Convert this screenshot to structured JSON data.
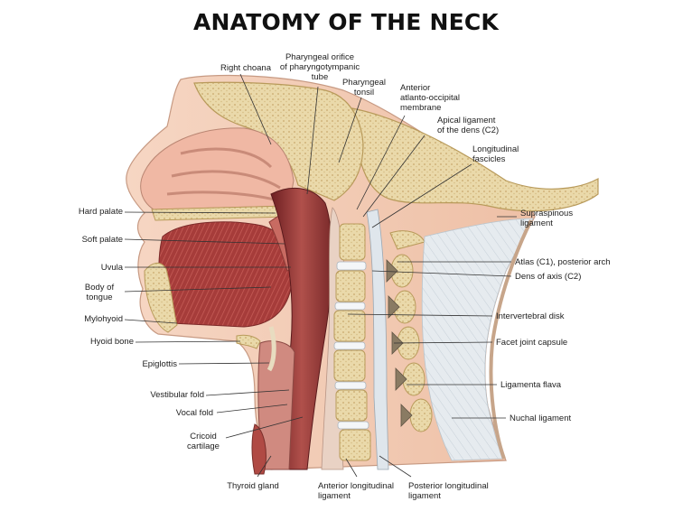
{
  "title": "ANATOMY OF THE NECK",
  "colors": {
    "bone": "#e8d7a8",
    "bone_outline": "#b89a5a",
    "skin": "#f3cdb8",
    "muscle": "#a83a3a",
    "mucosa": "#c97a70",
    "ligament": "#dfe6ec",
    "leader_line": "#333333"
  },
  "labels": {
    "right_choana": "Right choana",
    "pharyngeal_orifice": [
      "Pharyngeal orifice",
      "of pharyngotympanic",
      "tube"
    ],
    "pharyngeal_tonsil": [
      "Pharyngeal",
      "tonsil"
    ],
    "anterior_atlanto_occipital": [
      "Anterior",
      "atlanto-occipital",
      "membrane"
    ],
    "apical_ligament": [
      "Apical ligament",
      "of the dens (C2)"
    ],
    "longitudinal_fascicles": [
      "Longitudinal",
      "fascicles"
    ],
    "hard_palate": "Hard palate",
    "soft_palate": "Soft palate",
    "uvula": "Uvula",
    "body_of_tongue": [
      "Body of",
      "tongue"
    ],
    "mylohyoid": "Mylohyoid",
    "hyoid_bone": "Hyoid bone",
    "epiglottis": "Epiglottis",
    "vestibular_fold": "Vestibular fold",
    "vocal_fold": "Vocal fold",
    "cricoid_cartilage": [
      "Cricoid",
      "cartilage"
    ],
    "thyroid_gland": "Thyroid gland",
    "anterior_longitudinal_ligament": [
      "Anterior longitudinal",
      "ligament"
    ],
    "posterior_longitudinal_ligament": [
      "Posterior longitudinal",
      "ligament"
    ],
    "supraspinous_ligament": [
      "Supraspinous",
      "ligament"
    ],
    "atlas_posterior_arch": "Atlas (C1), posterior arch",
    "dens_of_axis": "Dens of axis (C2)",
    "intervertebral_disk": "Intervertebral disk",
    "facet_joint_capsule": "Facet joint capsule",
    "ligamenta_flava": "Ligamenta flava",
    "nuchal_ligament": "Nuchal ligament"
  }
}
